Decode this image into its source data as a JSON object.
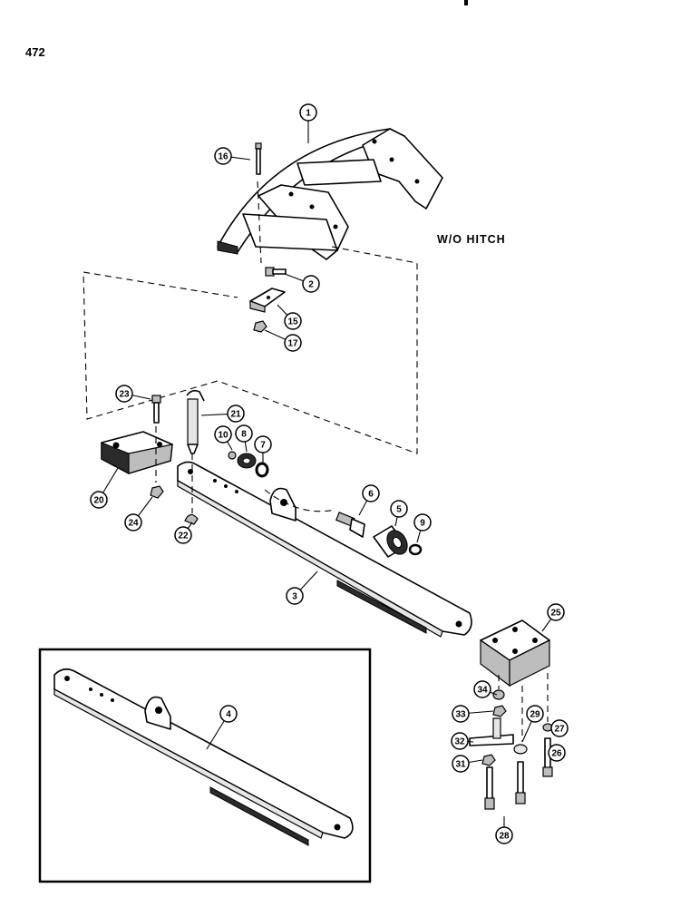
{
  "page": {
    "number": "472"
  },
  "caption": {
    "text": "W/O HITCH"
  },
  "callouts": [
    "1",
    "16",
    "2",
    "15",
    "17",
    "23",
    "21",
    "10",
    "8",
    "7",
    "20",
    "24",
    "22",
    "6",
    "5",
    "9",
    "3",
    "25",
    "34",
    "33",
    "29",
    "27",
    "32",
    "31",
    "26",
    "28",
    "4"
  ],
  "parts": [
    "hitch-support",
    "bolt",
    "bolt",
    "block",
    "nut",
    "bolt",
    "pin",
    "washer",
    "bushing",
    "seal",
    "clamp",
    "nut",
    "clip",
    "stud",
    "bushing",
    "snap-ring",
    "drawbar",
    "drawbar-support",
    "washer",
    "nut",
    "washer",
    "lockwasher",
    "plate",
    "nut",
    "bolt",
    "bolt",
    "drawbar"
  ]
}
